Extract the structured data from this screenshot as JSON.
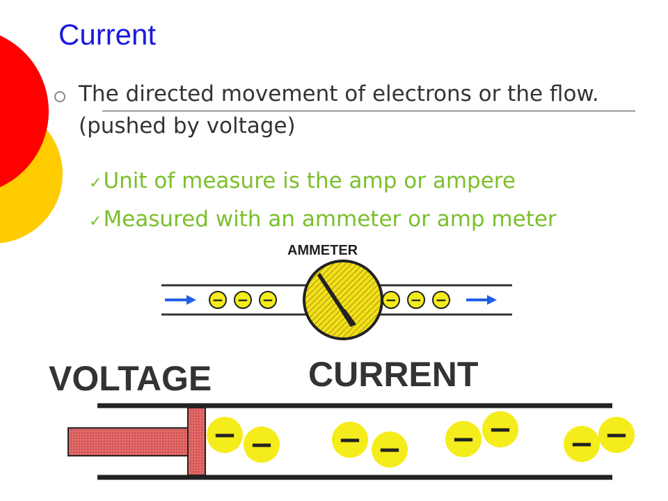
{
  "slide": {
    "title": "Current",
    "bullet_text": "The directed movement of electrons or the flow. (pushed by voltage)",
    "checks": [
      "Unit of measure is the amp or ampere",
      "Measured with an ammeter or amp meter"
    ]
  },
  "ammeter_diagram": {
    "label": "AMMETER",
    "electron_symbol": "−"
  },
  "voltage_current_diagram": {
    "voltage_label": "VOLTAGE",
    "current_label": "CURRENT",
    "electron_symbol": "−"
  },
  "colors": {
    "title": "#1a1adf",
    "check_text": "#7bbf2a",
    "circle_red": "#ff0000",
    "circle_yellow": "#ffcc00",
    "electron_yellow": "#f5ec1c",
    "piston": "#e46a6a",
    "arrow_blue": "#1f5ee8",
    "meter_yellow": "#f3e019"
  }
}
